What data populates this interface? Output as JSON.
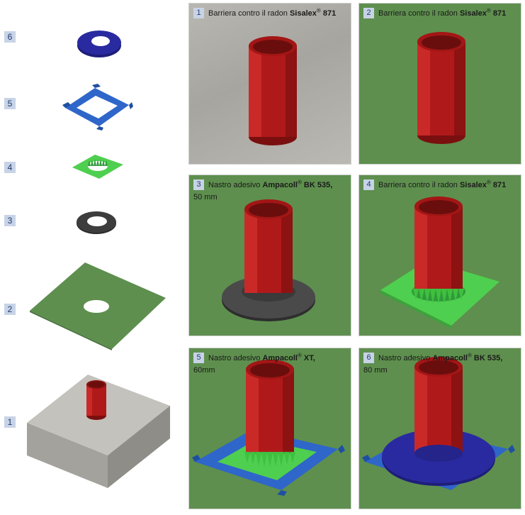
{
  "layers": [
    "6",
    "5",
    "4",
    "3",
    "2",
    "1"
  ],
  "panels": [
    {
      "num": "1",
      "pre": "Barriera contro il radon ",
      "brand": "Sisalex",
      "reg": "®",
      "product": " 871",
      "line2": ""
    },
    {
      "num": "2",
      "pre": "Barriera contro il radon ",
      "brand": "Sisalex",
      "reg": "®",
      "product": " 871",
      "line2": ""
    },
    {
      "num": "3",
      "pre": "Nastro adesivo ",
      "brand": "Ampacoll",
      "reg": "®",
      "product": " BK 535,",
      "line2": "50 mm"
    },
    {
      "num": "4",
      "pre": "Barriera contro il radon ",
      "brand": "Sisalex",
      "reg": "®",
      "product": " 871",
      "line2": ""
    },
    {
      "num": "5",
      "pre": "Nastro adesivo ",
      "brand": "Ampacoll",
      "reg": "®",
      "product": " XT,",
      "line2": "60mm"
    },
    {
      "num": "6",
      "pre": "Nastro adesivo ",
      "brand": "Ampacoll",
      "reg": "®",
      "product": " BK 535,",
      "line2": "80 mm"
    }
  ],
  "colors": {
    "pipe": "#b0191a",
    "pipe_dark": "#7a0f10",
    "membrane": "#5e8f4e",
    "green_cuff": "#4fcf4f",
    "blue_tape": "#2f66c9",
    "dark_ring": "#3d3d3d",
    "navy_ring": "#2a2aa0",
    "concrete": "#b3b1ab",
    "badge": "#c8d3e6"
  }
}
